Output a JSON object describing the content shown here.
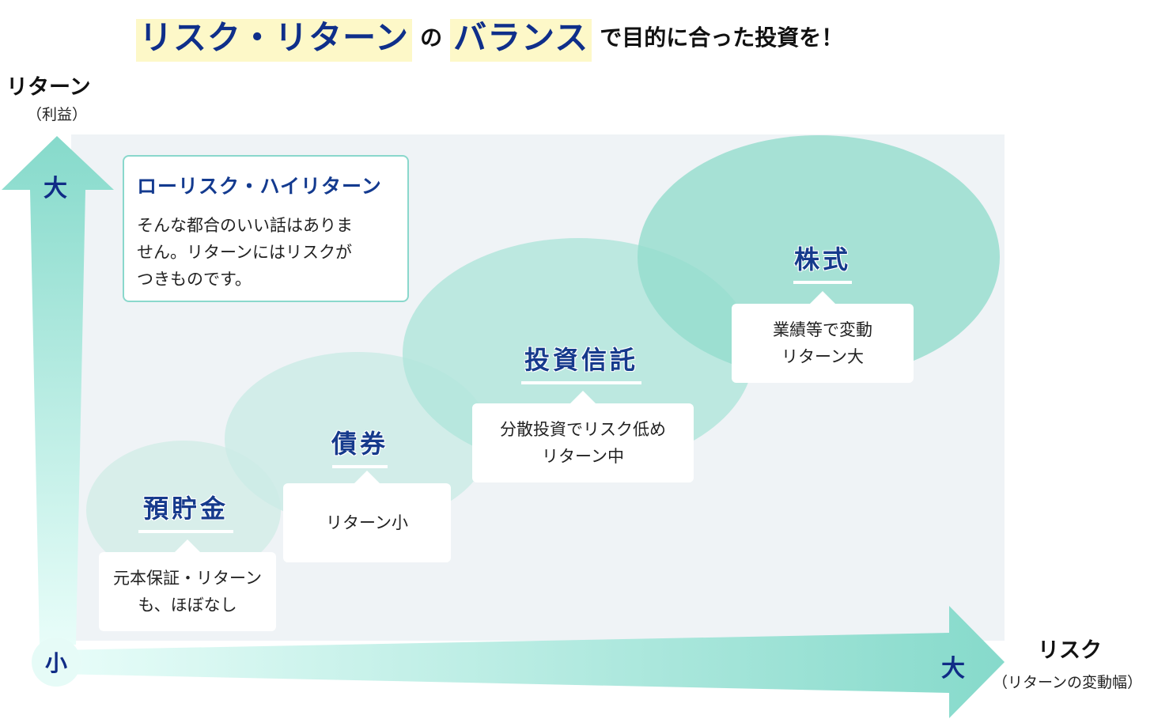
{
  "title": {
    "part1": "リスク・リターン",
    "joiner": "の",
    "part2": "バランス",
    "suffix": "で目的に合った投資を！"
  },
  "axes": {
    "y": {
      "label": "リターン",
      "sublabel": "（利益）",
      "high": "大"
    },
    "x": {
      "label": "リスク",
      "sublabel": "（リターンの変動幅）",
      "high": "大"
    },
    "origin": "小"
  },
  "callout": {
    "heading": "ローリスク・ハイリターン",
    "lines": [
      "そんな都合のいい話はありま",
      "せん。リターンにはリスクが",
      "つきものです。"
    ]
  },
  "categories": [
    {
      "name": "預貯金",
      "desc": [
        "元本保証・リターン",
        "も、ほぼなし"
      ]
    },
    {
      "name": "債券",
      "desc": [
        "リターン小"
      ]
    },
    {
      "name": "投資信託",
      "desc": [
        "分散投資でリスク低め",
        "リターン中"
      ]
    },
    {
      "name": "株式",
      "desc": [
        "業績等で変動",
        "リターン大"
      ]
    }
  ],
  "colors": {
    "accent_navy": "#102c86",
    "teal": "#86dacb",
    "highlight": "#fdf8c8",
    "plot_bg": "#eff3f6"
  }
}
